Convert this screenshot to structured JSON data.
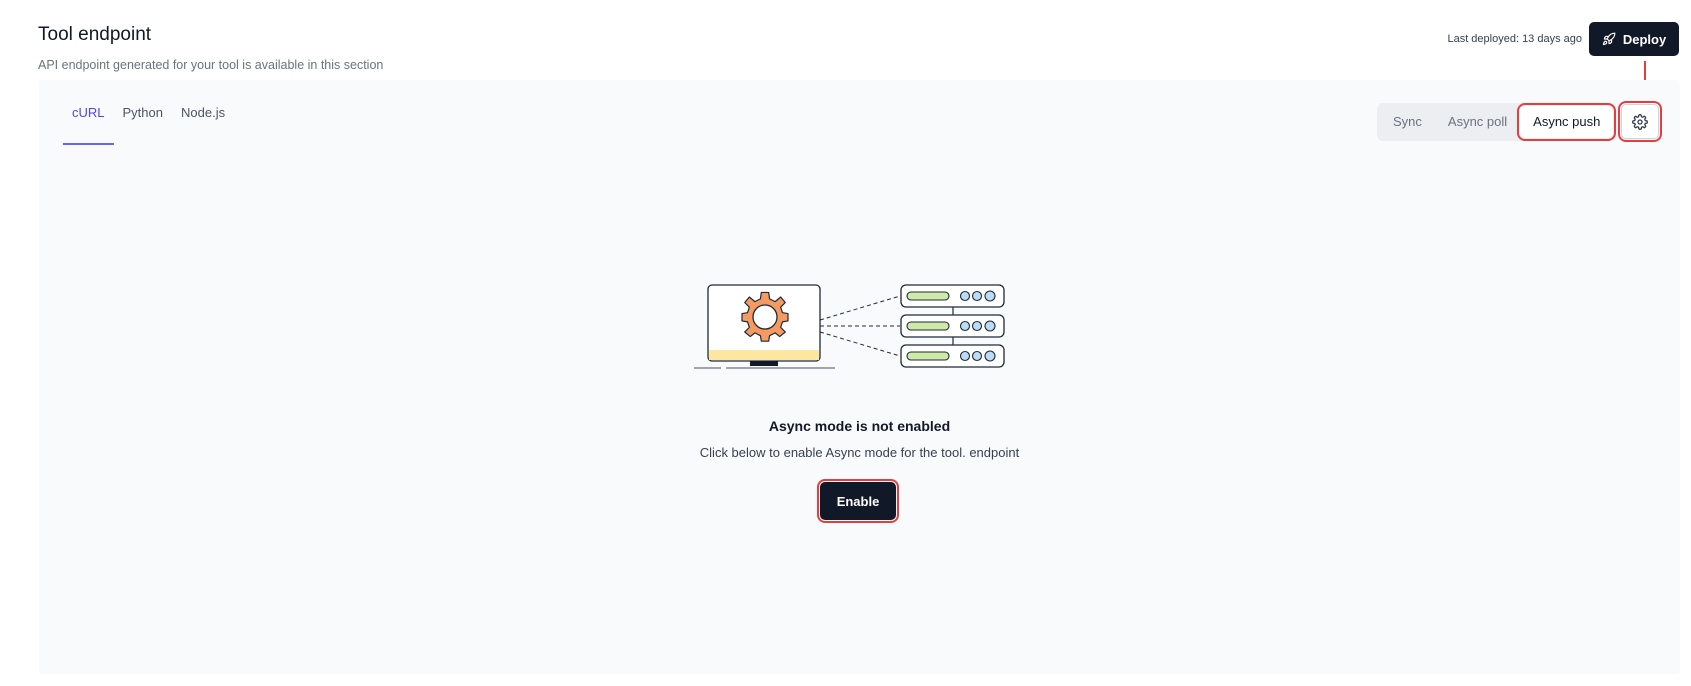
{
  "header": {
    "title": "Tool endpoint",
    "subtitle": "API endpoint generated for your tool is available in this section",
    "last_deployed": "Last deployed: 13 days ago",
    "deploy_label": "Deploy"
  },
  "tabs": [
    {
      "label": "cURL",
      "active": true
    },
    {
      "label": "Python",
      "active": false
    },
    {
      "label": "Node.js",
      "active": false
    }
  ],
  "modes": [
    {
      "label": "Sync",
      "selected": false
    },
    {
      "label": "Async poll",
      "selected": false
    },
    {
      "label": "Async push",
      "selected": true
    }
  ],
  "empty_state": {
    "title": "Async mode is not enabled",
    "description": "Click below to enable Async mode for the tool. endpoint",
    "button_label": "Enable"
  },
  "colors": {
    "accent": "#4f46e5",
    "dark_button": "#111827",
    "highlight": "#e53e3e",
    "gear_orange": "#f59b62",
    "server_green": "#cfe9a8",
    "server_blue": "#bcdcf5",
    "screen_base": "#fde6a0"
  },
  "icons": {
    "deploy": "rocket-icon",
    "settings": "gear-icon",
    "arrow": "arrow-down-icon"
  }
}
